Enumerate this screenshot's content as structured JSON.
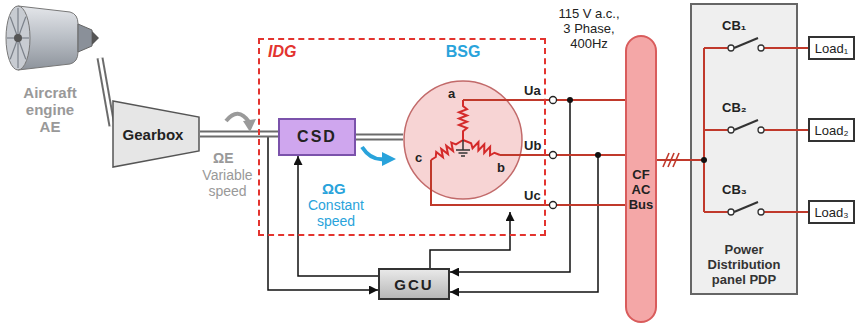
{
  "diagram": {
    "nodes": [
      {
        "text": [
          "Aircraft engine AE"
        ]
      },
      {
        "text": [
          "Gearbox"
        ]
      },
      {
        "text": [
          "IDG"
        ]
      },
      {
        "text": [
          "CSD"
        ],
        "in": 2
      },
      {
        "text": [
          "BSG"
        ],
        "in": 2
      },
      {
        "text": [
          "GCU"
        ]
      },
      {
        "text": [
          "CF AC Bus"
        ]
      },
      {
        "text": [
          "Power Distribution panel PDP"
        ]
      },
      {
        "text": [
          "Load₁"
        ]
      },
      {
        "text": [
          "Load₂"
        ]
      },
      {
        "text": [
          "Load₃"
        ]
      }
    ],
    "edges": [
      {
        "from": 0,
        "to": 1,
        "arrow": "none"
      },
      {
        "from": 1,
        "to": 3,
        "arrow": "none"
      },
      {
        "from": 3,
        "to": 4,
        "arrow": "none"
      },
      {
        "from": 4,
        "to": 6,
        "arrow": "none",
        "label": "Ua"
      },
      {
        "from": 4,
        "to": 6,
        "arrow": "none",
        "label": "Ub"
      },
      {
        "from": 4,
        "to": 6,
        "arrow": "none",
        "label": "Uc"
      },
      {
        "from": 6,
        "to": 7,
        "arrow": "none"
      },
      {
        "from": 7,
        "to": 8,
        "arrow": "none"
      },
      {
        "from": 7,
        "to": 9,
        "arrow": "none"
      },
      {
        "from": 7,
        "to": 10,
        "arrow": "none"
      },
      {
        "from": 1,
        "to": 5,
        "arrow": "to"
      },
      {
        "from": 5,
        "to": 3,
        "arrow": "to"
      },
      {
        "from": 5,
        "to": 4,
        "arrow": "to"
      },
      {
        "from": 4,
        "to": 5,
        "arrow": "to"
      },
      {
        "from": 4,
        "to": 5,
        "arrow": "to"
      }
    ],
    "labels": [
      "ΩE",
      "Variable speed",
      "ΩG",
      "Constant speed",
      "a",
      "b",
      "c",
      "115 V a.c., 3 Phase, 400Hz",
      "CB₁",
      "CB₂",
      "CB₃"
    ]
  }
}
